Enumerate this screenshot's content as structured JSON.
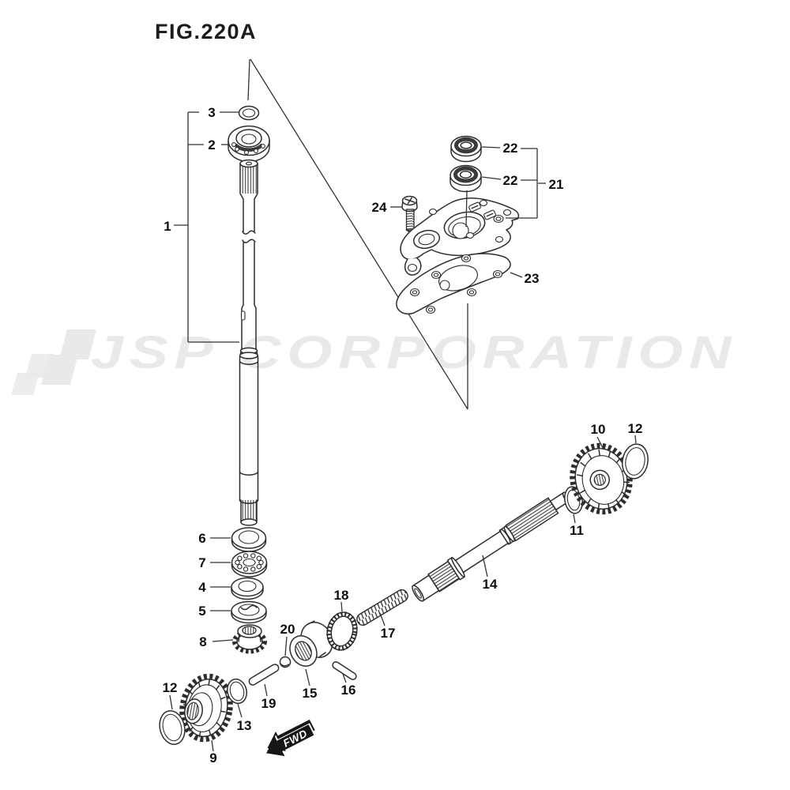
{
  "figure": {
    "title": "FIG.220A"
  },
  "watermark": {
    "text": "JSP CORPORATION"
  },
  "arrow": {
    "label": "FWD"
  },
  "colors": {
    "line": "#2d2d2d",
    "label": "#0e0e0e",
    "watermark": "#e9e9e9",
    "arrow": "#161616",
    "background": "#ffffff"
  },
  "labels": {
    "p1": "1",
    "p2": "2",
    "p3": "3",
    "p4": "4",
    "p5": "5",
    "p6": "6",
    "p7": "7",
    "p8": "8",
    "p9": "9",
    "p10": "10",
    "p11": "11",
    "p12_left": "12",
    "p12_right": "12",
    "p13": "13",
    "p14": "14",
    "p15": "15",
    "p16": "16",
    "p17": "17",
    "p18": "18",
    "p19": "19",
    "p20": "20",
    "p21": "21",
    "p22_upper": "22",
    "p22_lower": "22",
    "p23": "23",
    "p24": "24"
  }
}
